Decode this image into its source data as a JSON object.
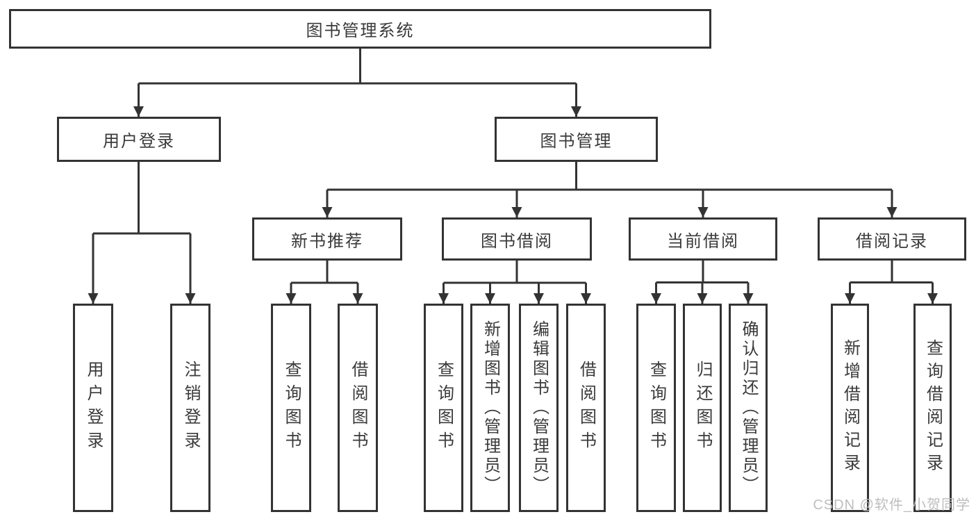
{
  "diagram": {
    "root": {
      "label": "图书管理系统"
    },
    "branches": [
      {
        "label": "用户登录",
        "children": [
          {
            "label": "用户登录"
          },
          {
            "label": "注销登录"
          }
        ]
      },
      {
        "label": "图书管理",
        "children": [
          {
            "label": "新书推荐",
            "children": [
              {
                "label": "查询图书"
              },
              {
                "label": "借阅图书"
              }
            ]
          },
          {
            "label": "图书借阅",
            "children": [
              {
                "label": "查询图书"
              },
              {
                "label": "新增图书（管理员）"
              },
              {
                "label": "编辑图书（管理员）"
              },
              {
                "label": "借阅图书"
              }
            ]
          },
          {
            "label": "当前借阅",
            "children": [
              {
                "label": "查询图书"
              },
              {
                "label": "归还图书"
              },
              {
                "label": "确认归还（管理员）"
              }
            ]
          },
          {
            "label": "借阅记录",
            "children": [
              {
                "label": "新增借阅记录"
              },
              {
                "label": "查询借阅记录"
              }
            ]
          }
        ]
      }
    ]
  },
  "colors": {
    "line": "#333333",
    "border": "#333333",
    "text": "#3a3a3a",
    "watermark": "#bababa"
  },
  "watermark": {
    "text": "CSDN @软件_小贺同学"
  }
}
